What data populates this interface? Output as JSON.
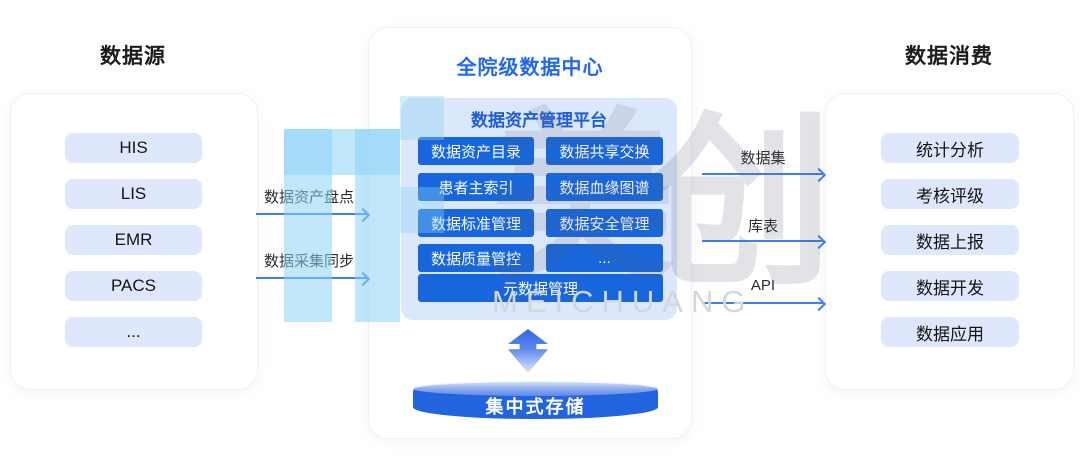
{
  "left_panel": {
    "title": "数据源",
    "items": [
      "HIS",
      "LIS",
      "EMR",
      "PACS",
      "..."
    ]
  },
  "center_panel": {
    "title": "全院级数据中心",
    "platform": {
      "title": "数据资产管理平台",
      "modules": [
        [
          "数据资产目录",
          "数据共享交换"
        ],
        [
          "患者主索引",
          "数据血缘图谱"
        ],
        [
          "数据标准管理",
          "数据安全管理"
        ],
        [
          "数据质量管控",
          "..."
        ]
      ],
      "full_width_module": "元数据管理"
    },
    "storage_label": "集中式存储"
  },
  "right_panel": {
    "title": "数据消费",
    "items": [
      "统计分析",
      "考核评级",
      "数据上报",
      "数据开发",
      "数据应用"
    ]
  },
  "left_arrows": [
    {
      "label": "数据资产盘点"
    },
    {
      "label": "数据采集同步"
    }
  ],
  "right_arrows": [
    {
      "label": "数据集"
    },
    {
      "label": "库表"
    },
    {
      "label": "API"
    }
  ],
  "watermark": {
    "char_left": "美",
    "char_right": "创",
    "latin": "MEICHUANG"
  },
  "colors": {
    "module_blue": "#1766db",
    "platform_bg": "#dbe7fb",
    "pill_bg": "#dee7fb",
    "title_blue": "#2468e8",
    "platform_title_blue": "#1f5dd6",
    "arrow_blue": "#3f7ef0",
    "cylinder_blue": "#2263de",
    "watermark_cyan": "#8cd2f5"
  }
}
